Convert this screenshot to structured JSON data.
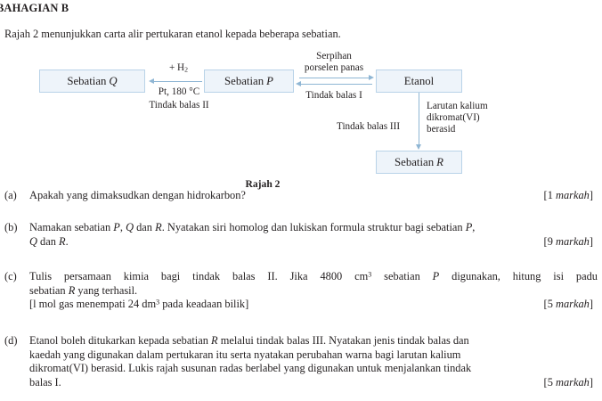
{
  "document": {
    "section_heading": "BAHAGIAN B",
    "intro": "Rajah 2 menunjukkan carta alir pertukaran etanol kepada beberapa sebatian.",
    "figure_caption": "Rajah 2"
  },
  "diagram": {
    "boxes": {
      "compound_q": {
        "label": "Sebatian",
        "symbol": "Q"
      },
      "compound_p": {
        "label": "Sebatian",
        "symbol": "P"
      },
      "ethanol": {
        "label": "Etanol",
        "symbol": ""
      },
      "compound_r": {
        "label": "Sebatian",
        "symbol": "R"
      }
    },
    "labels": {
      "reagent_h2_line1": "+ H",
      "reagent_h2_sub": "2",
      "catalyst": "Pt, 180 °C",
      "reaction_two": "Tindak balas II",
      "porcelain_line1": "Serpihan",
      "porcelain_line2": "porselen panas",
      "reaction_one": "Tindak balas I",
      "reaction_three": "Tindak balas III",
      "dichromate_line1": "Larutan kalium",
      "dichromate_line2": "dikromat(VI)",
      "dichromate_line3": "berasid"
    },
    "colors": {
      "box_fill": "#eef4fa",
      "box_border": "#b9d3e8",
      "arrow": "#8fb6d4"
    }
  },
  "questions": [
    {
      "tag": "(a)",
      "lines": [
        "Apakah yang dimaksudkan dengan hidrokarbon?"
      ],
      "marks": "[1 markah]",
      "marks_number": "1",
      "marks_word": "markah"
    },
    {
      "tag": "(b)",
      "lines": [
        "Namakan sebatian P, Q dan R. Nyatakan siri homolog dan lukiskan formula struktur bagi sebatian P,",
        "Q dan R."
      ],
      "marks": "[9 markah]",
      "marks_number": "9",
      "marks_word": "markah"
    },
    {
      "tag": "(c)",
      "lines": [
        "Tulis persamaan kimia bagi tindak balas II. Jika 4800 cm3 sebatian P digunakan, hitung isi padu",
        "sebatian R yang terhasil.",
        "[l mol gas menempati 24 dm3 pada keadaan bilik]"
      ],
      "marks": "[5 markah]",
      "marks_number": "5",
      "marks_word": "markah"
    },
    {
      "tag": "(d)",
      "lines": [
        "Etanol boleh ditukarkan kepada sebatian R melalui tindak balas III. Nyatakan jenis tindak balas dan",
        "kaedah yang digunakan dalam pertukaran itu serta nyatakan perubahan warna bagi larutan kalium",
        "dikromat(VI) berasid. Lukis rajah susunan radas berlabel yang digunakan untuk menjalankan tindak",
        "balas I."
      ],
      "marks": "[5 markah]",
      "marks_number": "5",
      "marks_word": "markah"
    }
  ]
}
